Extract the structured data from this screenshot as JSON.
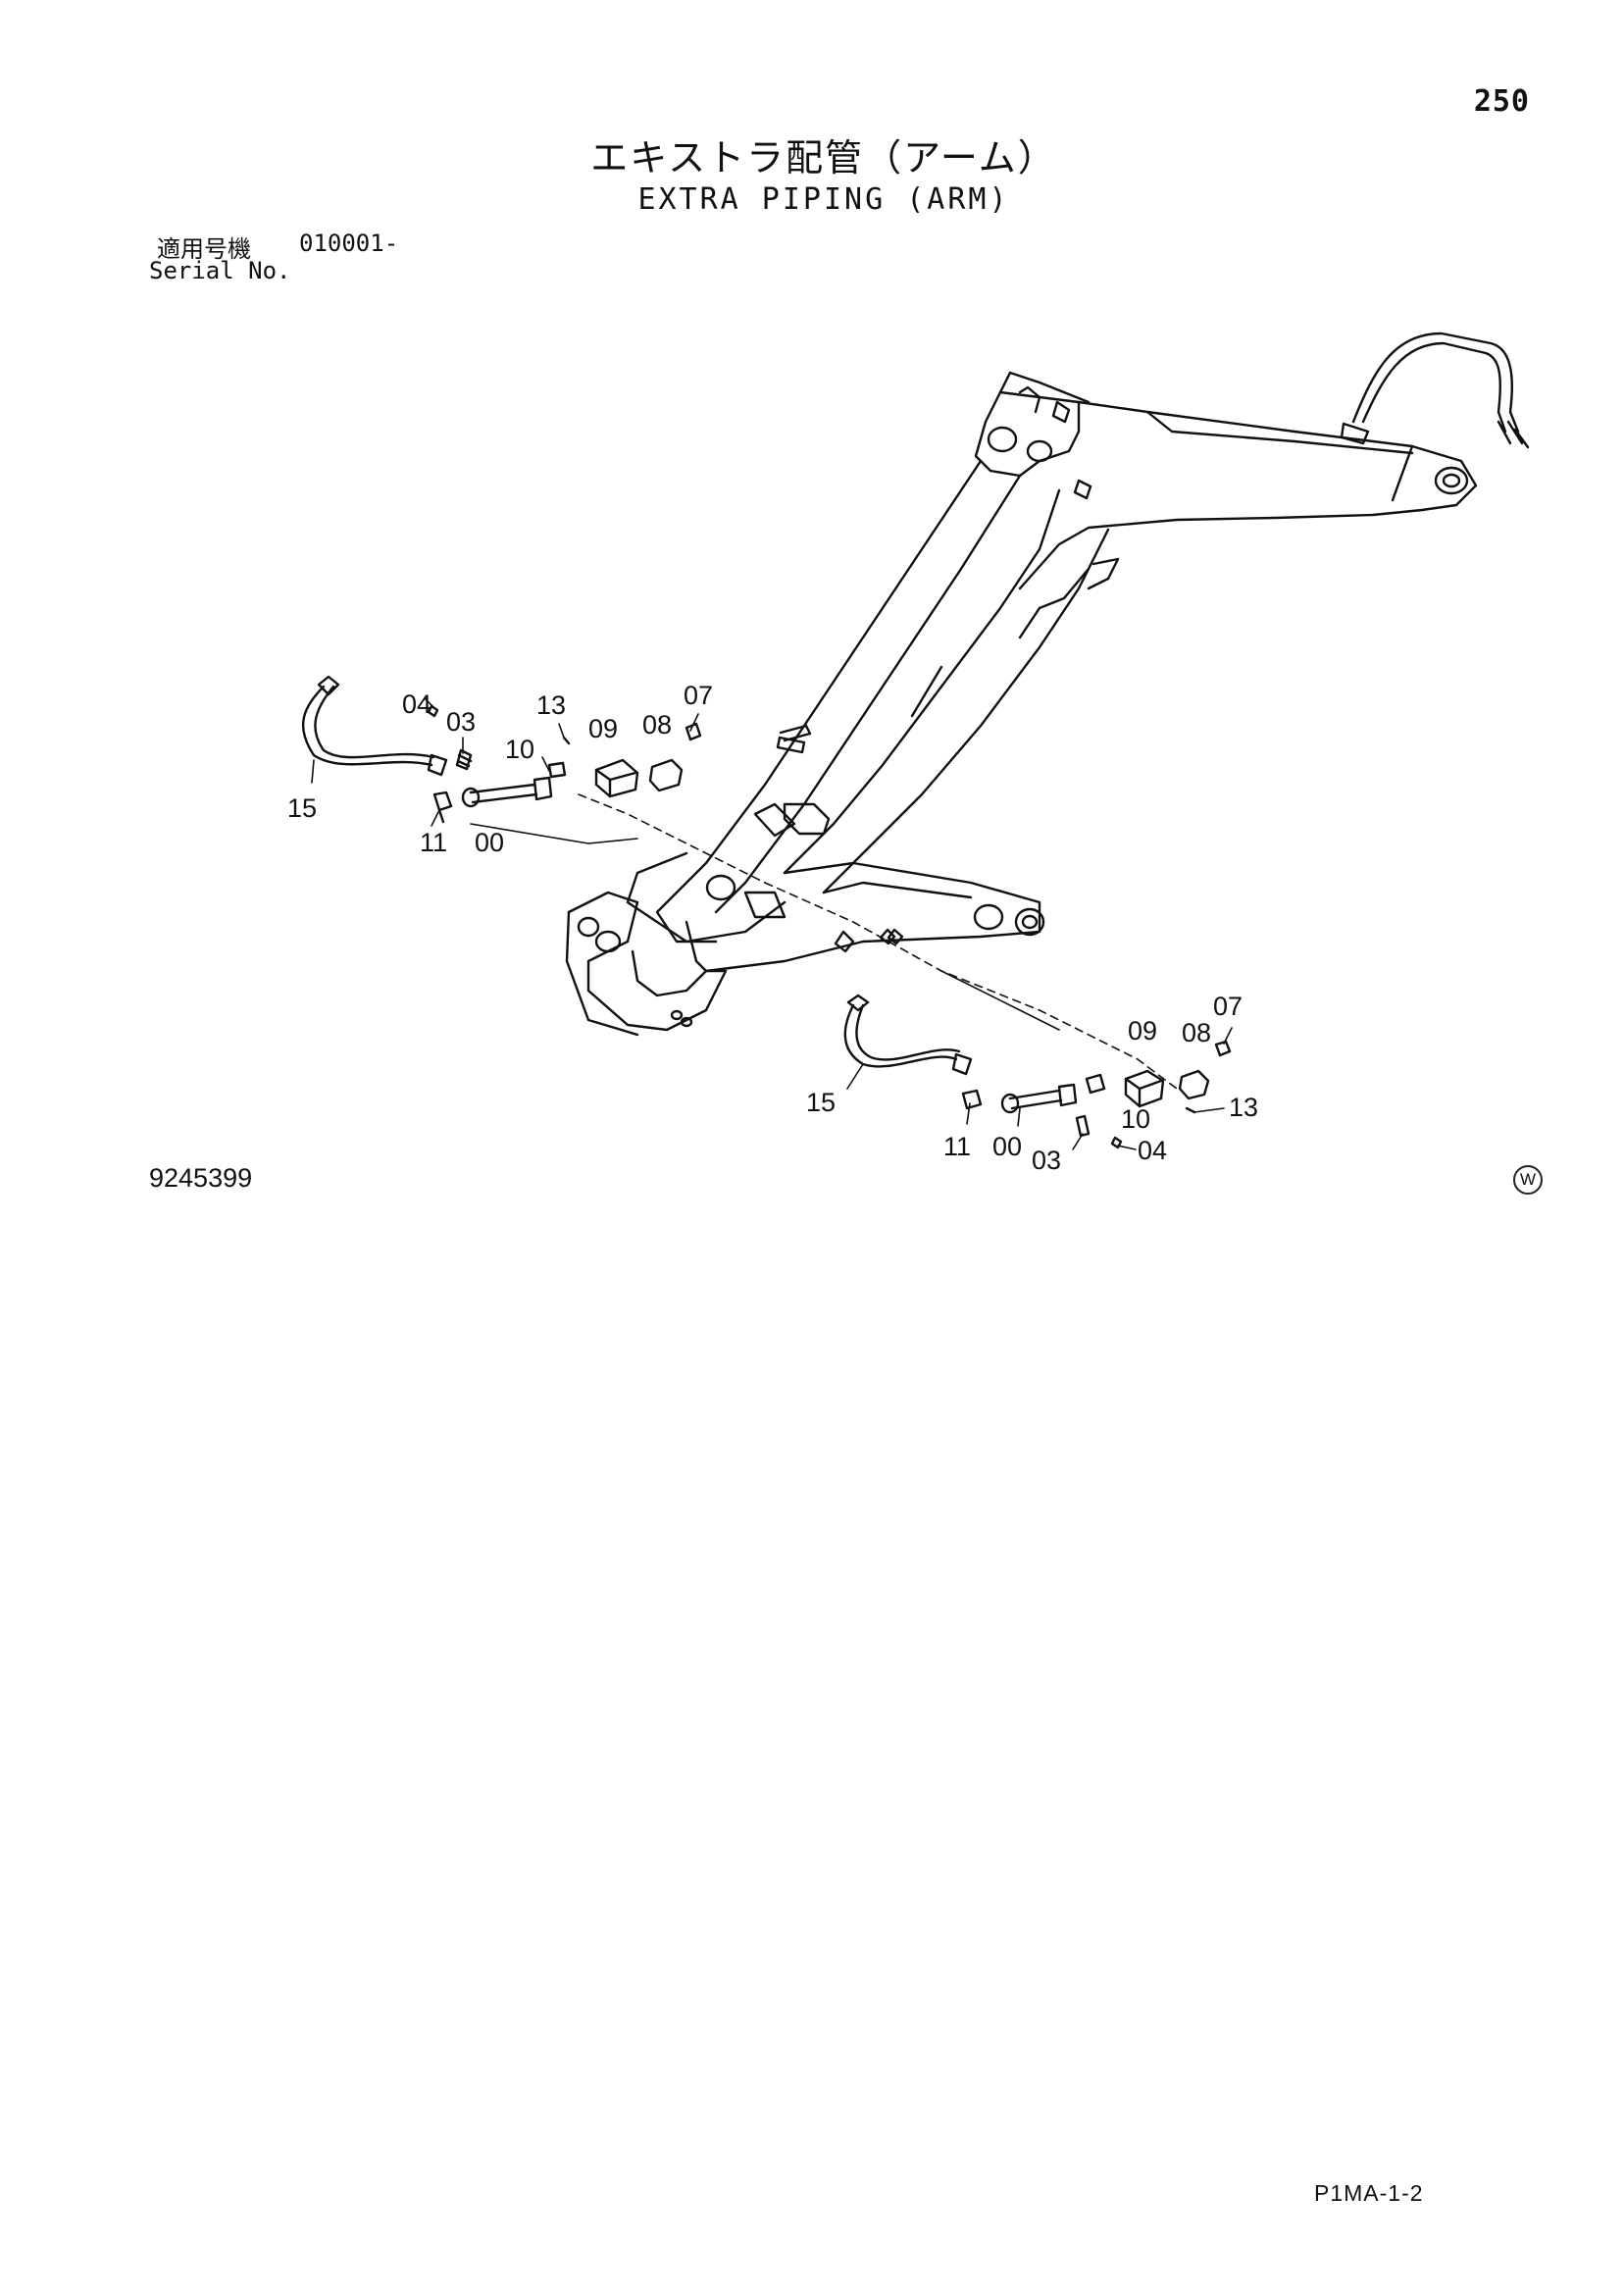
{
  "page_number": "250",
  "title_jp": "エキストラ配管（アーム）",
  "title_en": "EXTRA PIPING (ARM)",
  "serial": {
    "label_jp": "適用号機",
    "label_en": "Serial No.",
    "range": "010001-"
  },
  "callouts": {
    "upper_left": [
      "04",
      "03",
      "13",
      "07",
      "10",
      "09",
      "08",
      "15",
      "11",
      "00"
    ],
    "lower_right": [
      "07",
      "09",
      "08",
      "15",
      "10",
      "13",
      "11",
      "00",
      "03",
      "04"
    ]
  },
  "drawing_number": "9245399",
  "watermark_symbol": "W",
  "page_code": "P1MA-1-2"
}
